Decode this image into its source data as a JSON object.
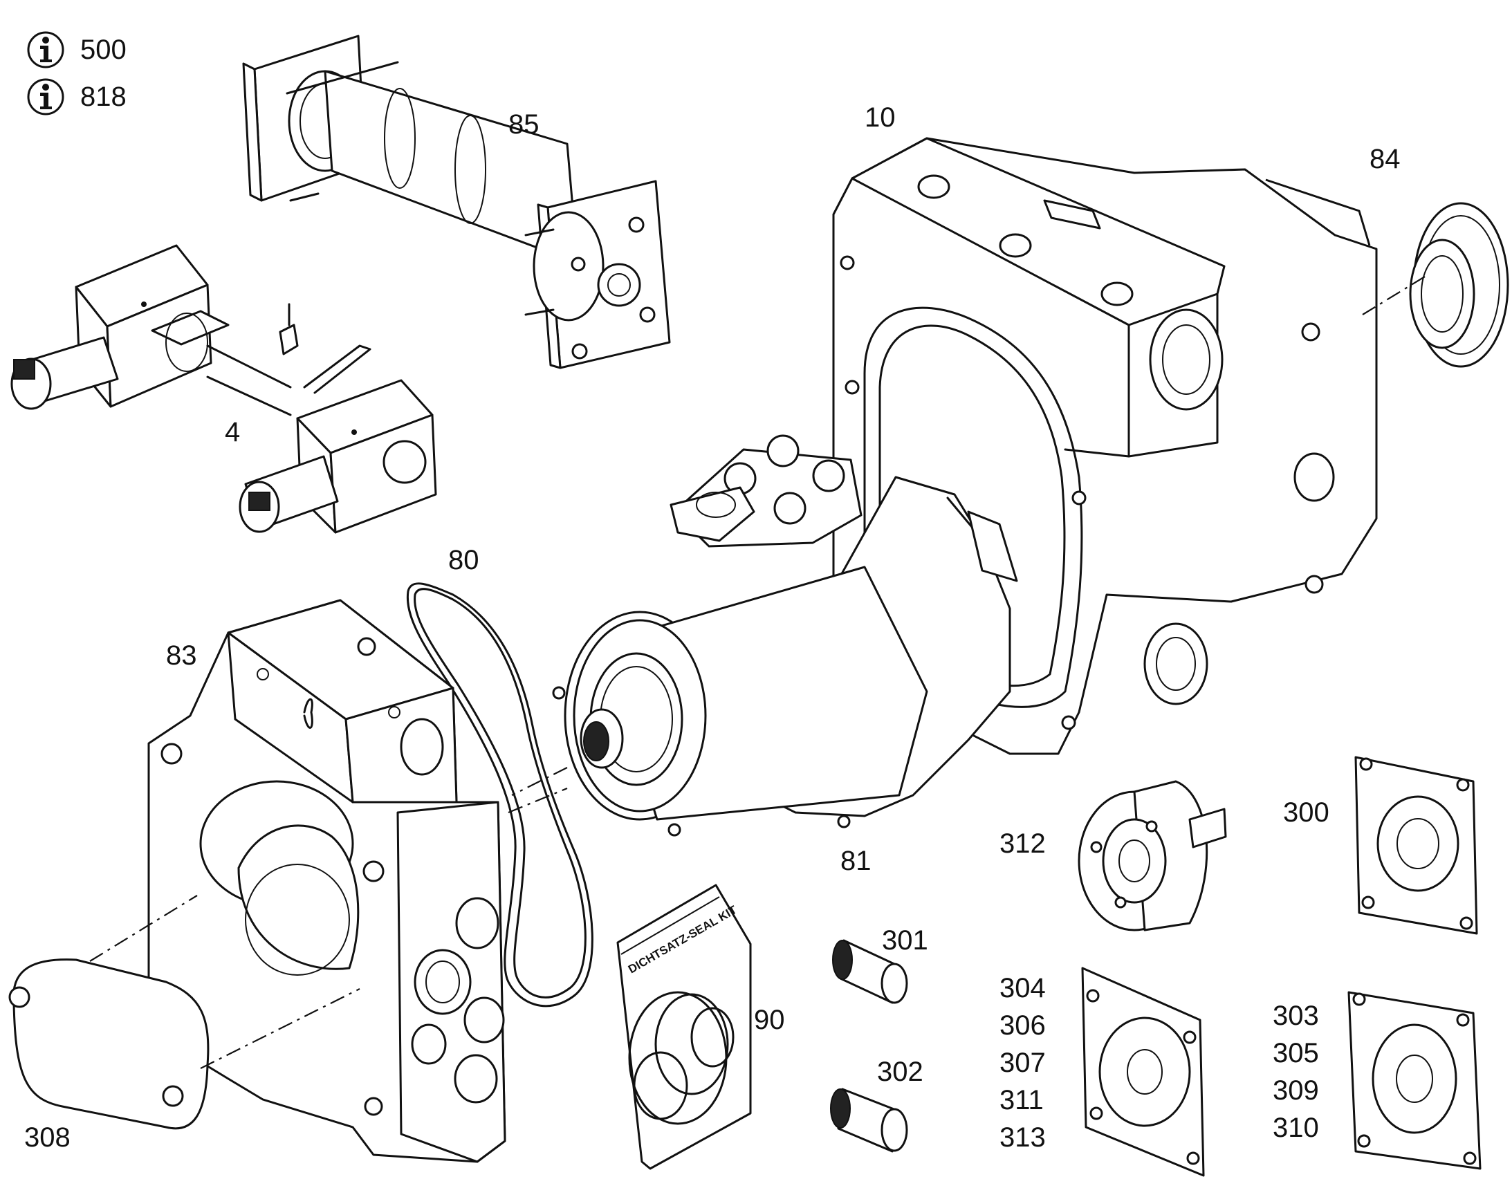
{
  "info_refs": [
    {
      "icon": "info-icon",
      "number": "500"
    },
    {
      "icon": "info-icon",
      "number": "818"
    }
  ],
  "callouts": {
    "p85": "85",
    "p10": "10",
    "p84": "84",
    "p4": "4",
    "p80": "80",
    "p83": "83",
    "p81": "81",
    "p312": "312",
    "p300": "300",
    "p301": "301",
    "p302": "302",
    "p90": "90",
    "p308": "308"
  },
  "stack_left": [
    "304",
    "306",
    "307",
    "311",
    "313"
  ],
  "stack_right": [
    "303",
    "305",
    "309",
    "310"
  ],
  "seal_kit_text": "DICHTSATZ-SEAL KIT",
  "colors": {
    "line": "#111111",
    "background": "#ffffff"
  }
}
